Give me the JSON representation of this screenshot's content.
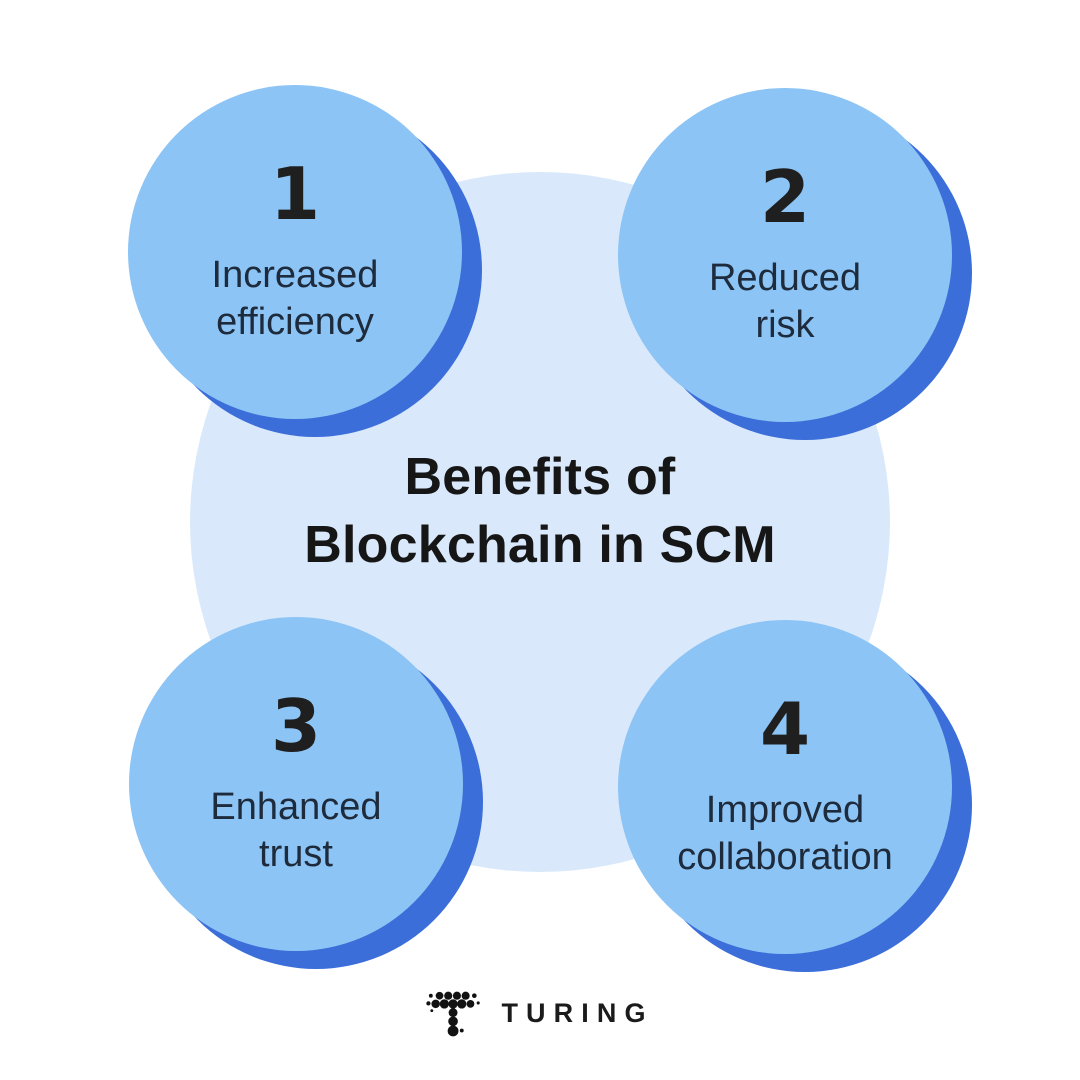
{
  "title": {
    "line1": "Benefits of",
    "line2": "Blockchain in SCM"
  },
  "benefits": [
    {
      "number": "1",
      "label_line1": "Increased",
      "label_line2": "efficiency"
    },
    {
      "number": "2",
      "label_line1": "Reduced",
      "label_line2": "risk"
    },
    {
      "number": "3",
      "label_line1": "Enhanced",
      "label_line2": "trust"
    },
    {
      "number": "4",
      "label_line1": "Improved",
      "label_line2": "collaboration"
    }
  ],
  "footer": {
    "brand": "TURING",
    "logo_icon": "dotted-t-icon"
  },
  "colors": {
    "background": "#FFFFFF",
    "bubble_fill": "#8CC4F5",
    "bubble_shadow": "#3B6ED8",
    "center_circle": "#D9E9FB",
    "title_text": "#161616",
    "label_text": "#1E2B3C",
    "number_text": "#1F1F1F",
    "logo_text": "#1B1B1B"
  }
}
